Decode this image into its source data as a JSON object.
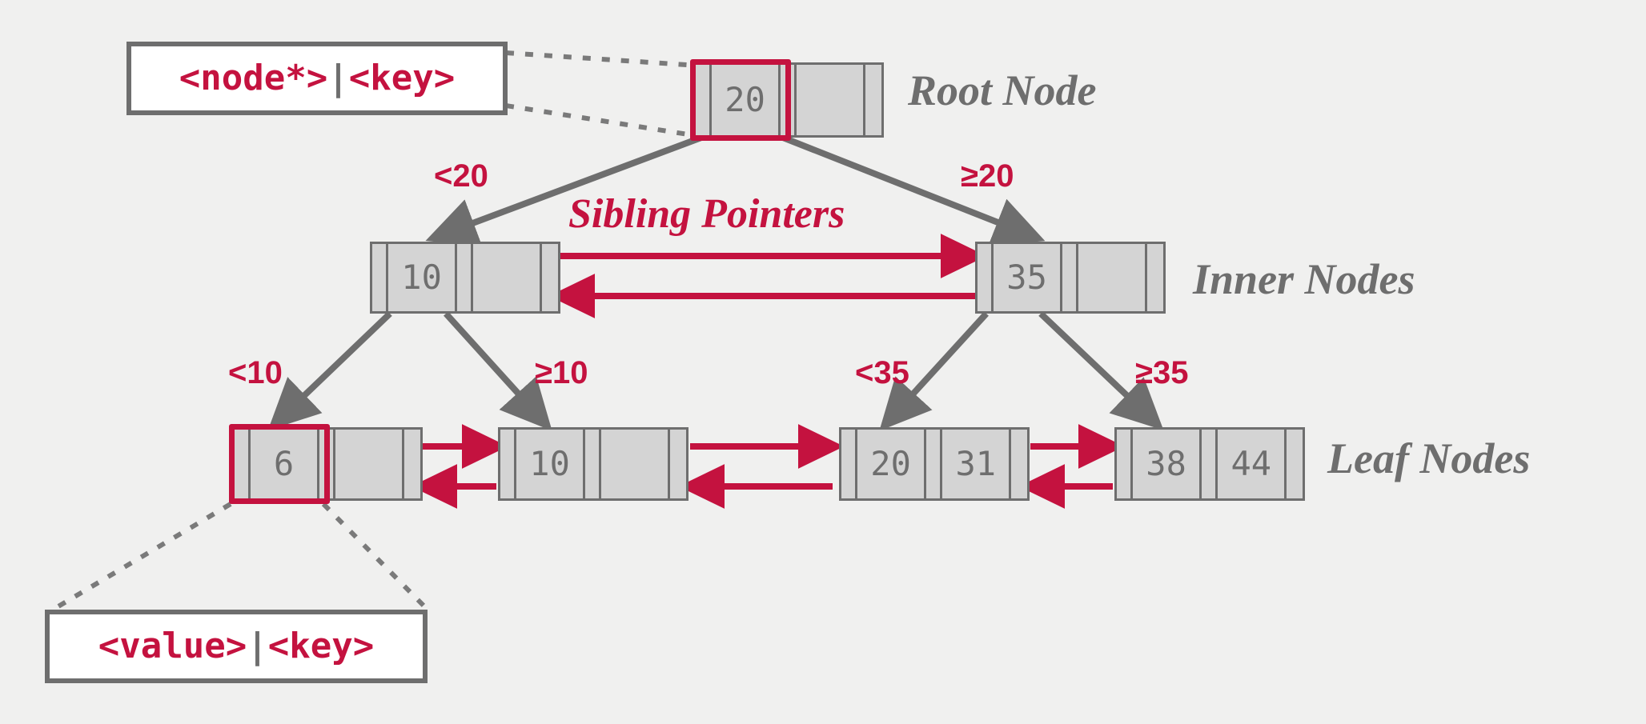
{
  "diagram": {
    "title": "B+ Tree structure diagram",
    "colors": {
      "accent": "#c4123f",
      "node_fill": "#d4d4d4",
      "node_stroke": "#6e6e6e",
      "background": "#f0f0ef",
      "legend_fill": "#ffffff"
    }
  },
  "legends": {
    "inner": {
      "value": "<node*>",
      "separator": "|",
      "key": "<key>"
    },
    "leaf": {
      "value": "<value>",
      "separator": "|",
      "key": "<key>"
    }
  },
  "level_labels": {
    "root": "Root Node",
    "inner": "Inner Nodes",
    "leaf": "Leaf Nodes"
  },
  "sibling_caption": "Sibling Pointers",
  "conditions": {
    "root_left": "<20",
    "root_right": "≥20",
    "inner_left_left": "<10",
    "inner_left_right": "≥10",
    "inner_right_left": "<35",
    "inner_right_right": "≥35"
  },
  "nodes": {
    "root": {
      "keys": [
        "20",
        ""
      ]
    },
    "inner_left": {
      "keys": [
        "10",
        ""
      ]
    },
    "inner_right": {
      "keys": [
        "35",
        ""
      ]
    },
    "leaf_1": {
      "keys": [
        "6",
        ""
      ]
    },
    "leaf_2": {
      "keys": [
        "10",
        ""
      ]
    },
    "leaf_3": {
      "keys": [
        "20",
        "31"
      ]
    },
    "leaf_4": {
      "keys": [
        "38",
        "44"
      ]
    }
  }
}
